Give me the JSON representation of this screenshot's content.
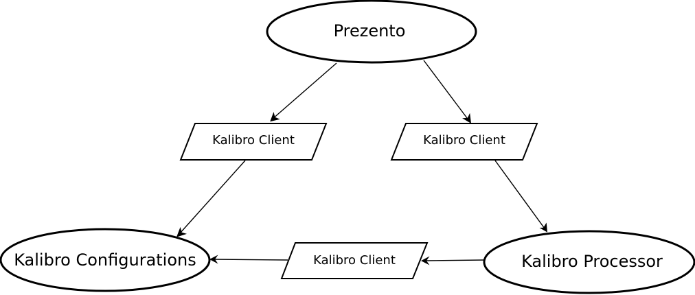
{
  "diagram": {
    "nodes": {
      "prezento": "Prezento",
      "kalibro_configurations": "Kalibro Configurations",
      "kalibro_processor": "Kalibro Processor"
    },
    "clients": {
      "left": "Kalibro Client",
      "right": "Kalibro Client",
      "bottom": "Kalibro Client"
    }
  }
}
